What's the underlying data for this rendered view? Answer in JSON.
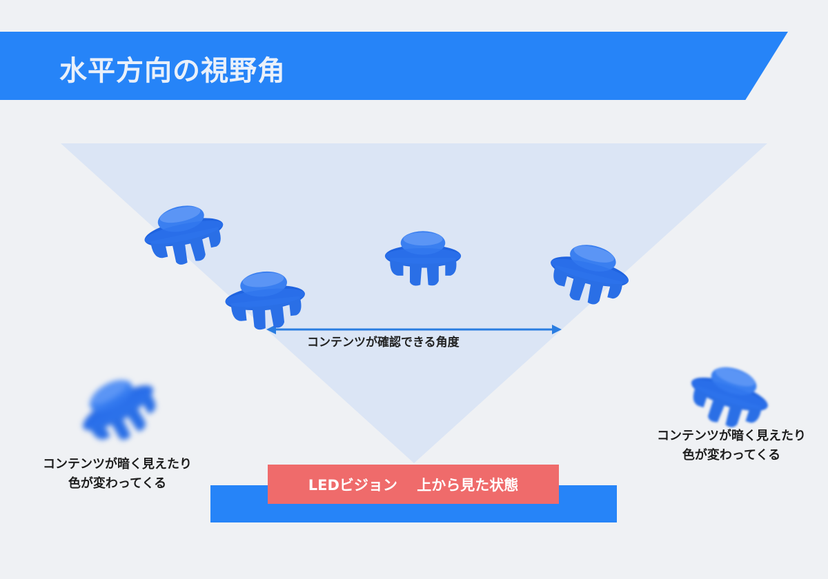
{
  "header": {
    "title": "水平方向の視野角",
    "accent_color": "#2684f8"
  },
  "diagram": {
    "cone_color": "#dbe5f5",
    "arrow_color": "#2a7de1",
    "visible_range_label": "コンテンツが確認できる角度",
    "left_note": {
      "line1": "コンテンツが暗く見えたり",
      "line2": "色が変わってくる"
    },
    "right_note": {
      "line1": "コンテンツが暗く見えたり",
      "line2": "色が変わってくる"
    },
    "viewer_icon": "viewer-figure-icon",
    "viewer_color": "#1f63e0"
  },
  "led": {
    "label": "LEDビジョン　 上から見た状態",
    "bar_color": "#2684f8",
    "label_bg": "#ef6b6b"
  }
}
